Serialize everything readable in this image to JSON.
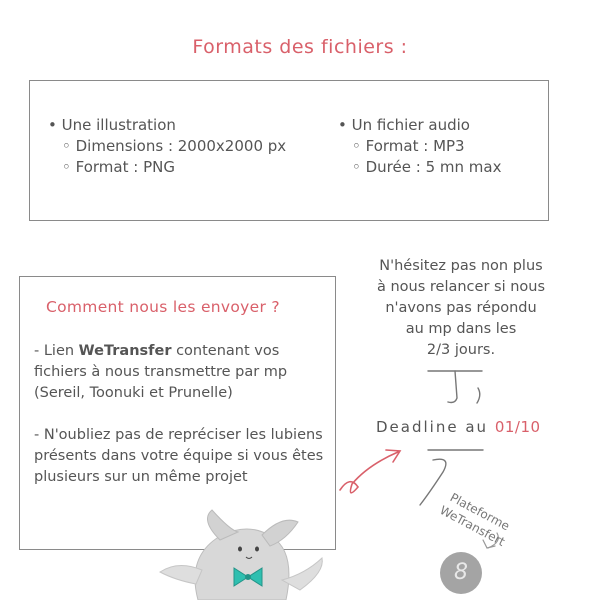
{
  "title": "Formats des fichiers :",
  "formats": {
    "illustration": {
      "label": "Une illustration",
      "dimensions": "Dimensions : 2000x2000 px",
      "format": "Format : PNG"
    },
    "audio": {
      "label": "Un fichier audio",
      "format": "Format : MP3",
      "duration": "Durée : 5 mn max"
    }
  },
  "send": {
    "title": "Comment nous les envoyer ?",
    "p1_prefix": "- Lien ",
    "p1_bold": "WeTransfer",
    "p1_rest": " contenant vos fichiers à nous transmettre par mp (Sereil, Toonuki et Prunelle)",
    "p2": "- N'oubliez pas de repréciser les lubiens présents dans votre équipe si vous êtes plusieurs sur un même projet"
  },
  "note": {
    "line1": "N'hésitez pas non plus",
    "line2": "à nous relancer si nous",
    "line3": "n'avons pas répondu",
    "line4": "au mp dans les",
    "line5": "2/3 jours."
  },
  "deadline": {
    "label": "Deadline au ",
    "date": "01/10"
  },
  "platform": {
    "line1": "Plateforme",
    "line2": "WeTransfert"
  },
  "page_number": "8",
  "colors": {
    "accent": "#d9606a",
    "text": "#555555",
    "border": "#8a8a8a",
    "bowtie": "#2fbfb0"
  }
}
